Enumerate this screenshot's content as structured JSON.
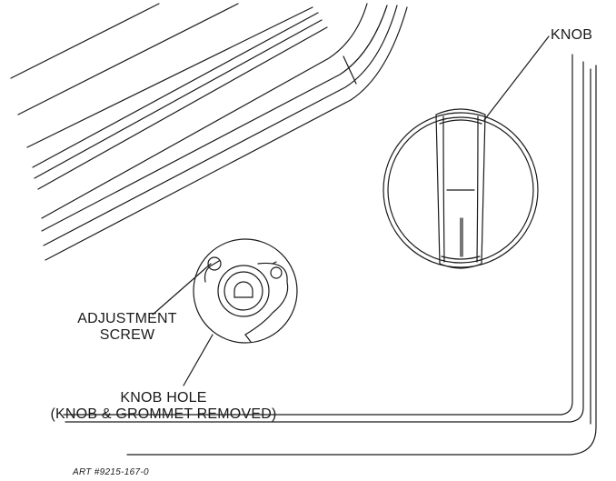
{
  "labels": {
    "knob": "KNOB",
    "adjustment_screw_line1": "ADJUSTMENT",
    "adjustment_screw_line2": "SCREW",
    "knob_hole_line1": "KNOB HOLE",
    "knob_hole_line2": "(KNOB & GROMMET REMOVED)"
  },
  "art_number": "ART #9215-167-0",
  "colors": {
    "line": "#1a1a1a",
    "background": "#ffffff"
  }
}
